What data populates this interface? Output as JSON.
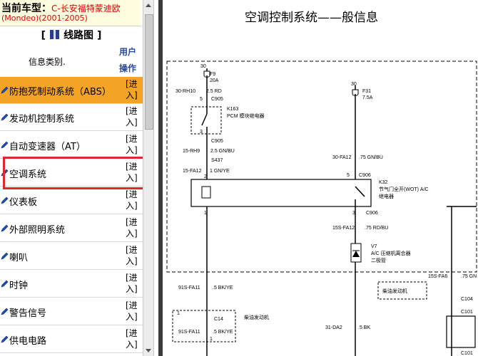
{
  "vehicle": {
    "label": "当前车型：",
    "name": "C-长安福特蒙迪欧",
    "sub": "(Mondeo)(2001-2005)"
  },
  "section": {
    "title": "线路图",
    "open": "[",
    "close": "]"
  },
  "table": {
    "col_info": "信息类别.",
    "col_user_1": "用户",
    "col_user_2": "操作"
  },
  "items": [
    {
      "label": "防抱死制动系统（ABS）",
      "enter": "[进\n入]"
    },
    {
      "label": "发动机控制系统",
      "enter": "[进\n入]"
    },
    {
      "label": "自动变速器（AT）",
      "enter": "[进\n入]"
    },
    {
      "label": "空调系统",
      "enter": "[进\n入]"
    },
    {
      "label": "仪表板",
      "enter": "[进\n入]"
    },
    {
      "label": "外部照明系统",
      "enter": "[进\n入]"
    },
    {
      "label": "喇叭",
      "enter": "[进\n入]"
    },
    {
      "label": "时钟",
      "enter": "[进\n入]"
    },
    {
      "label": "警告信号",
      "enter": "[进\n入]"
    },
    {
      "label": "供电电路",
      "enter": "[进\n入]"
    }
  ],
  "page": {
    "title": "空调控制系统——般信息"
  },
  "diagram": {
    "f9": "F9",
    "f9a": "20A",
    "n30a": "30",
    "n30b": "30",
    "w_30rh10": "30-RH10",
    "rd25": "2.5 RD",
    "c905a": "C905",
    "c905b": "C905",
    "pin5": "5",
    "pin3": "3",
    "k163": "K163",
    "pcm": "PCM 模块继电器",
    "w_15rh9": "15-RH9",
    "gnbu25": "2.5 GN/BU",
    "s437": "S437",
    "w_15fa12": "15-FA12",
    "gnye1": "1 GN/YE",
    "f31": "F31",
    "f31a": "7.5A",
    "w_30fa12": "30-FA12",
    "gnbu75": ".75 GN/BU",
    "pin5b": "5",
    "c906a": "C906",
    "c906b": "C906",
    "pin2": "2",
    "pin3b": "3",
    "pin1": "1",
    "k32": "K32",
    "k32_d1": "节气门全开(WOT) A/C",
    "k32_d2": "继电器",
    "w_15sfa12": "15S-FA12",
    "rdbu75": ".75 RD/BU",
    "v7": "V7",
    "v7_d1": "A/C 压缩机离合器",
    "v7_d2": "二极管",
    "w_15sfa6": "15S-FA6",
    "gn75": ".75 GN",
    "diesel1": "柴油发动机",
    "diesel2": "柴油发动机",
    "c104": "C104",
    "c101a": "C101",
    "c101b": "C101",
    "w_91sfa11a": "91S-FA11",
    "bkye5a": ".5 BK/YE",
    "w_91sfa11b": "91S-FA11",
    "bkye5b": ".5 BK/YE",
    "c14": "C14",
    "p1": "1",
    "p1b": "1",
    "w_31da2": "31-DA2",
    "bk5": ".5 BK"
  }
}
